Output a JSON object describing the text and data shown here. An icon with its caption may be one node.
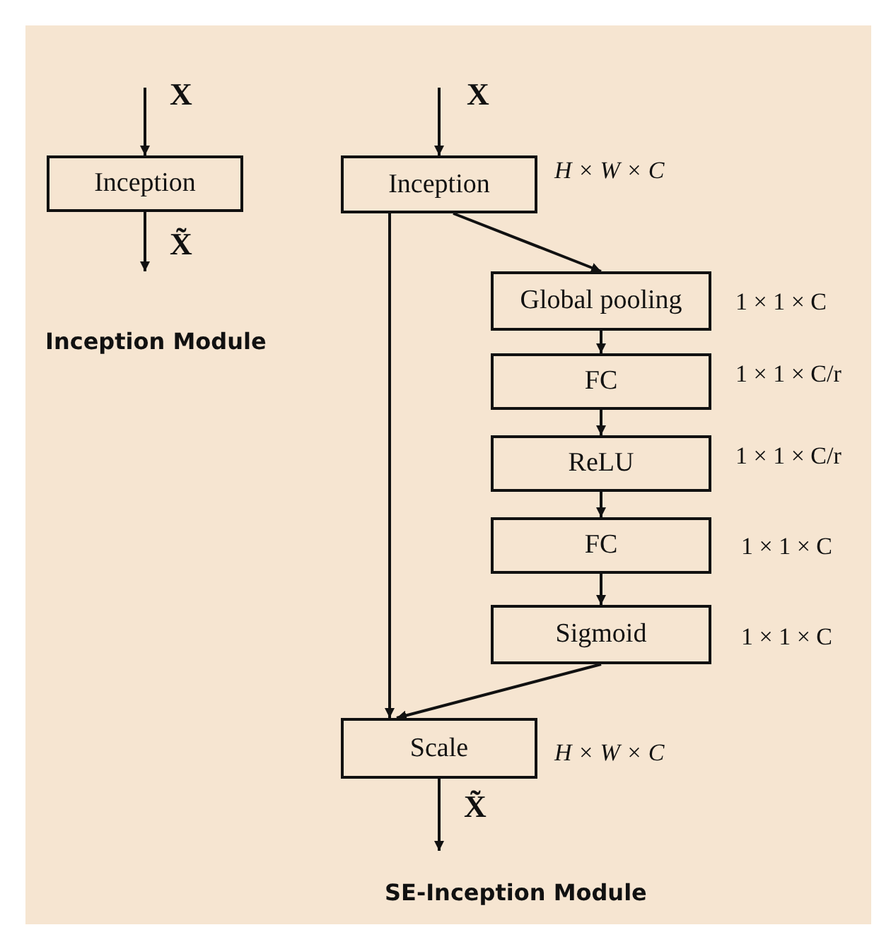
{
  "diagram": {
    "nodes": [
      {
        "text": [
          "Inception"
        ]
      },
      {
        "text": [
          "Inception"
        ],
        "beside": [
          "H × W × C"
        ]
      },
      {
        "text": [
          "Global pooling"
        ],
        "beside": [
          "1 × 1 × C"
        ]
      },
      {
        "text": [
          "FC"
        ],
        "beside": [
          "1 × 1 × C/r"
        ]
      },
      {
        "text": [
          "ReLU"
        ],
        "beside": [
          "1 × 1 × C/r"
        ]
      },
      {
        "text": [
          "FC"
        ],
        "beside": [
          "1 × 1 × C"
        ]
      },
      {
        "text": [
          "Sigmoid"
        ],
        "beside": [
          "1 × 1 × C"
        ]
      },
      {
        "text": [
          "Scale"
        ],
        "beside": [
          "H × W × C"
        ]
      }
    ],
    "edges": [
      {
        "from": null,
        "to": 0,
        "arrow": "to",
        "label": "X"
      },
      {
        "from": 0,
        "to": null,
        "arrow": "to",
        "label": "X̃"
      },
      {
        "from": null,
        "to": 1,
        "arrow": "to",
        "label": "X"
      },
      {
        "from": 1,
        "to": 2,
        "arrow": "to"
      },
      {
        "from": 2,
        "to": 3,
        "arrow": "to"
      },
      {
        "from": 3,
        "to": 4,
        "arrow": "to"
      },
      {
        "from": 4,
        "to": 5,
        "arrow": "to"
      },
      {
        "from": 5,
        "to": 6,
        "arrow": "to"
      },
      {
        "from": 1,
        "to": 7,
        "arrow": "to"
      },
      {
        "from": 6,
        "to": 7,
        "arrow": "to"
      },
      {
        "from": 7,
        "to": null,
        "arrow": "to",
        "label": "X̃"
      }
    ],
    "labels": [
      "Inception Module",
      "SE-Inception Module"
    ]
  }
}
